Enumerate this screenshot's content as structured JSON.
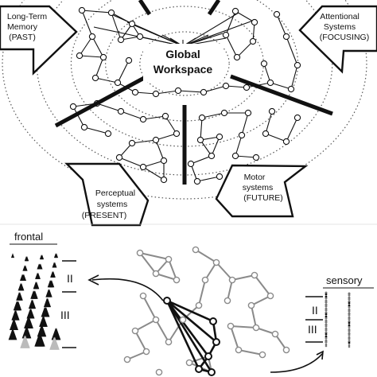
{
  "top_panel": {
    "center_label_line1": "Global",
    "center_label_line2": "Workspace",
    "long_term_memory": [
      "Long-Term",
      "Memory",
      "(PAST)"
    ],
    "attentional_systems": [
      "Attentional",
      "Systems",
      "(FOCUSING)"
    ],
    "perceptual_systems": [
      "Perceptual",
      "systems",
      "(PRESENT)"
    ],
    "motor_systems": [
      "Motor",
      "systems",
      "(FUTURE)"
    ]
  },
  "bottom_panel": {
    "frontal_title": "frontal",
    "sensory_title": "sensory",
    "frontal_layers": [
      "II",
      "III"
    ],
    "sensory_layers": [
      "II",
      "III"
    ]
  },
  "colors": {
    "ink": "#111111",
    "gray_network": "#8a8a8a",
    "dotted_rings": "#555555"
  }
}
